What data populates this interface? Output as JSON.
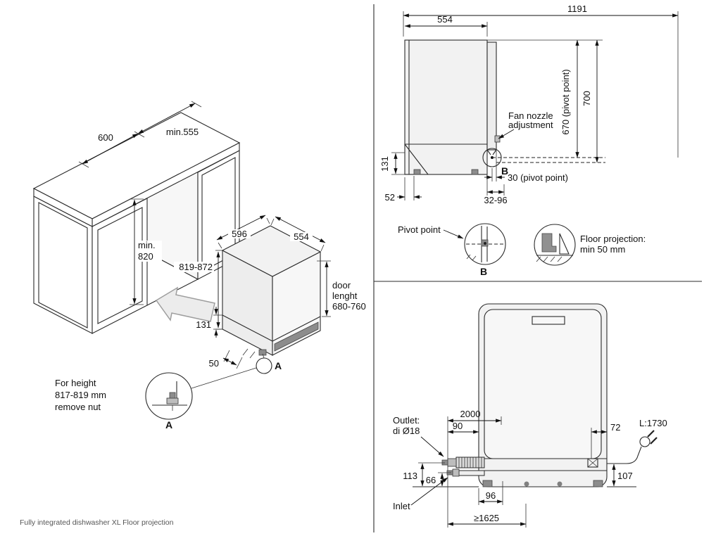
{
  "caption": "Fully integrated dishwasher XL Floor projection",
  "iso": {
    "dim600": "600",
    "dim555": "min.555",
    "dim820a": "min.",
    "dim820b": "820",
    "dimHeight": "819-872",
    "dim596": "596",
    "dim554": "554",
    "door1": "door",
    "door2": "lenght",
    "door3": "680-760",
    "dim131": "131",
    "dim50": "50",
    "calloutA": "A",
    "detailA": "A",
    "note1": "For height",
    "note2": "817-819 mm",
    "note3": "remove nut"
  },
  "side": {
    "dim1191": "1191",
    "dim554": "554",
    "dim670": "670 (pivot point)",
    "dim700": "700",
    "fan1": "Fan nozzle",
    "fan2": "adjustment",
    "dim131": "131",
    "dim52": "52",
    "labelB": "B",
    "dim30": "30 (pivot point)",
    "dim3296": "32-96",
    "pivotLabel": "Pivot point",
    "detailB": "B",
    "floor1": "Floor projection:",
    "floor2": "min 50 mm"
  },
  "rear": {
    "dim2000": "2000",
    "dim90": "90",
    "dim72": "72",
    "cord": "L:1730",
    "outlet1": "Outlet:",
    "outlet2": "di Ø18",
    "dim113": "113",
    "dim66": "66",
    "dim107": "107",
    "dim96": "96",
    "inlet": "Inlet",
    "dim1625": "≥1625"
  }
}
